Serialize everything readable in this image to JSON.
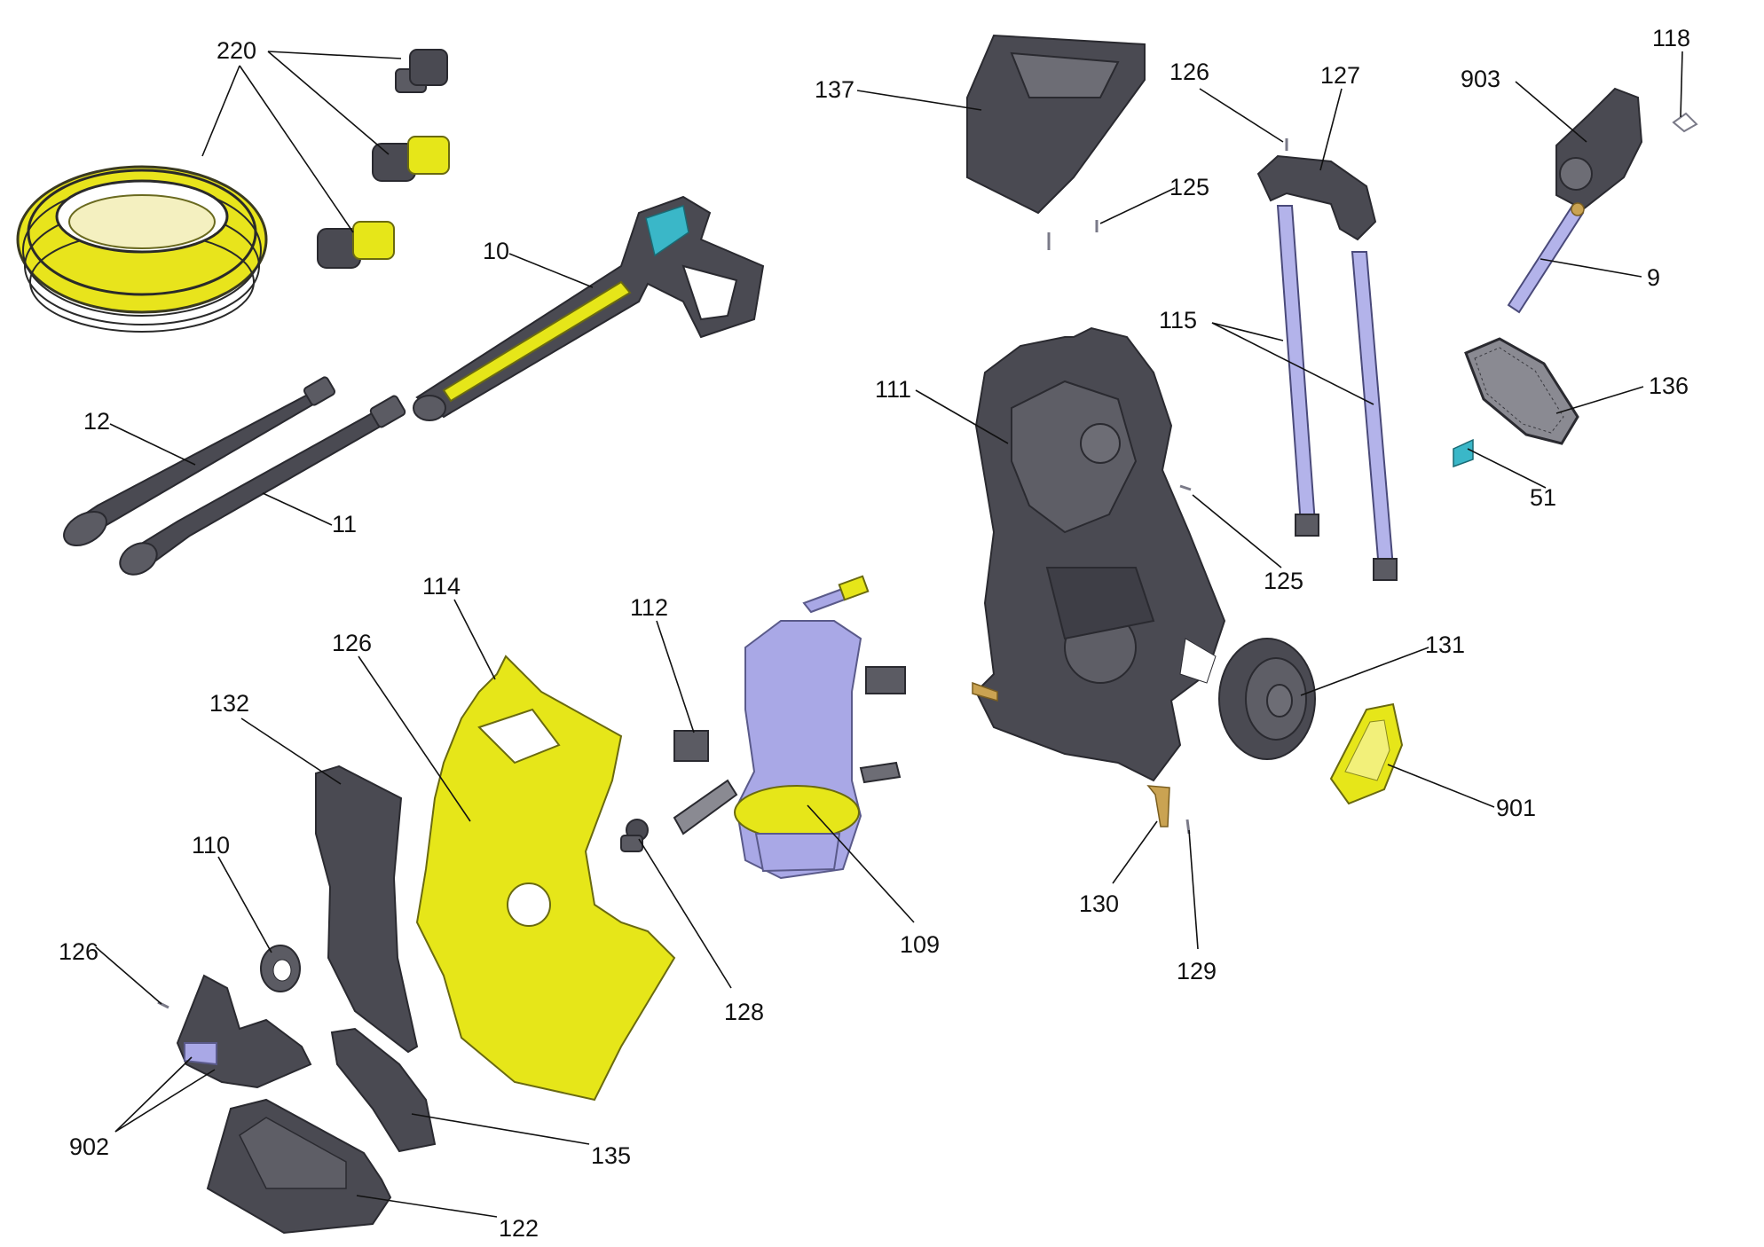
{
  "colors": {
    "housing_dark": "#4a4a52",
    "accent_yellow": "#e6e619",
    "pump_lavender": "#a9a8e6",
    "brass": "#caa352",
    "display_cyan": "#3ab7c8",
    "label_text": "#111111"
  },
  "labels": {
    "l220": "220",
    "l10": "10",
    "l12": "12",
    "l11": "11",
    "l137": "137",
    "l126_top": "126",
    "l127": "127",
    "l125_top": "125",
    "l903": "903",
    "l118": "118",
    "l9": "9",
    "l115": "115",
    "l111": "111",
    "l136": "136",
    "l51": "51",
    "l125_mid": "125",
    "l131": "131",
    "l901": "901",
    "l130": "130",
    "l129": "129",
    "l114": "114",
    "l112": "112",
    "l126_mid": "126",
    "l132": "132",
    "l110": "110",
    "l126_bot": "126",
    "l109": "109",
    "l128": "128",
    "l902": "902",
    "l135": "135",
    "l122": "122"
  }
}
